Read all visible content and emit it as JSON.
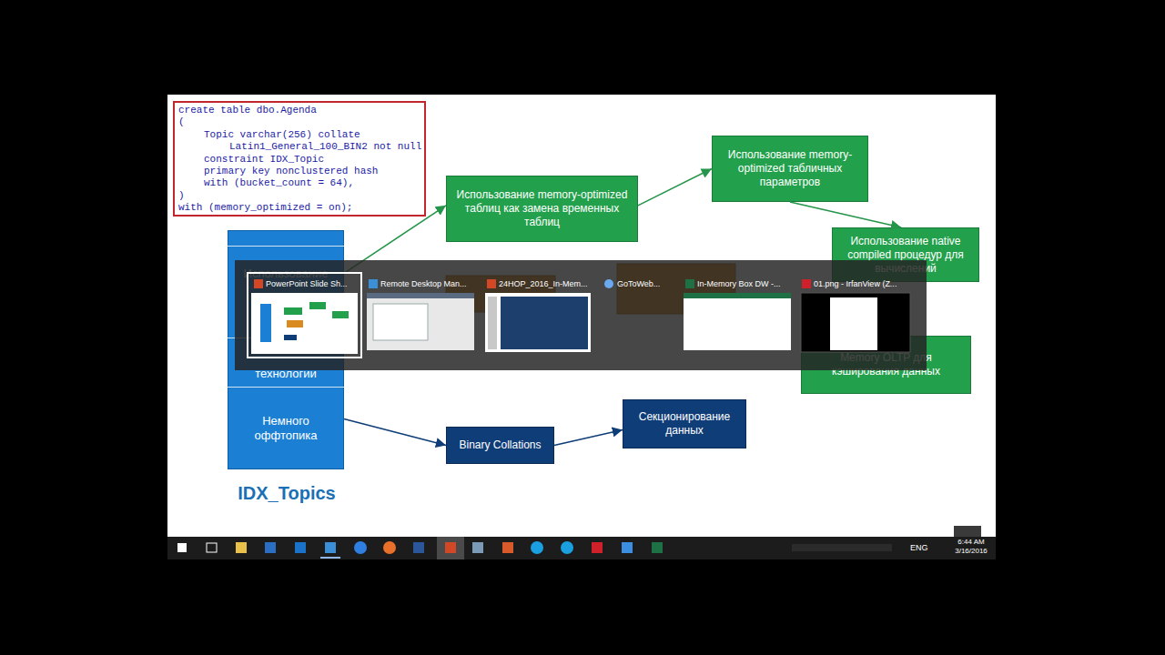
{
  "diagram": {
    "nodes": [
      {
        "text": [
          "create table dbo.Agenda",
          "(",
          "Topic varchar(256) collate",
          "Latin1_General_100_BIN2 not null",
          "constraint IDX_Topic",
          "primary key nonclustered hash",
          "with (bucket_count = 64),",
          ")",
          "with (memory_optimized = on);"
        ]
      },
      {
        "text": [
          "IDX_Topics"
        ]
      },
      {
        "text": [
          "Использование"
        ],
        "in": 1
      },
      {
        "text": [
          "технологии"
        ],
        "in": 1
      },
      {
        "text": [
          "Немного оффтопика"
        ],
        "in": 1
      },
      {
        "text": [
          "Использование memory-optimized таблиц как замена временных таблиц"
        ]
      },
      {
        "text": [
          "Использование memory-optimized табличных параметров"
        ]
      },
      {
        "text": [
          "Использование native compiled процедур для вычислений"
        ]
      },
      {
        "text": [
          "Memory OLTP для кэширования данных"
        ]
      },
      {
        "text": [
          "Binary Collations"
        ]
      },
      {
        "text": [
          "Секционирование данных"
        ]
      }
    ],
    "edges": [
      {
        "from": 2,
        "to": 5,
        "arrow": "to"
      },
      {
        "from": 5,
        "to": 6,
        "arrow": "to"
      },
      {
        "from": 6,
        "to": 7,
        "arrow": "to"
      },
      {
        "from": 4,
        "to": 9,
        "arrow": "to"
      },
      {
        "from": 9,
        "to": 10,
        "arrow": "to"
      }
    ],
    "labels": [
      "PowerPoint Slide Sh...",
      "Remote Desktop Man...",
      "24HOP_2016_In-Mem...",
      "GoToWeb...",
      "In-Memory Box DW -...",
      "01.png - IrfanView (Z...",
      "ENG",
      "6:44 AM",
      "3/16/2016"
    ]
  }
}
